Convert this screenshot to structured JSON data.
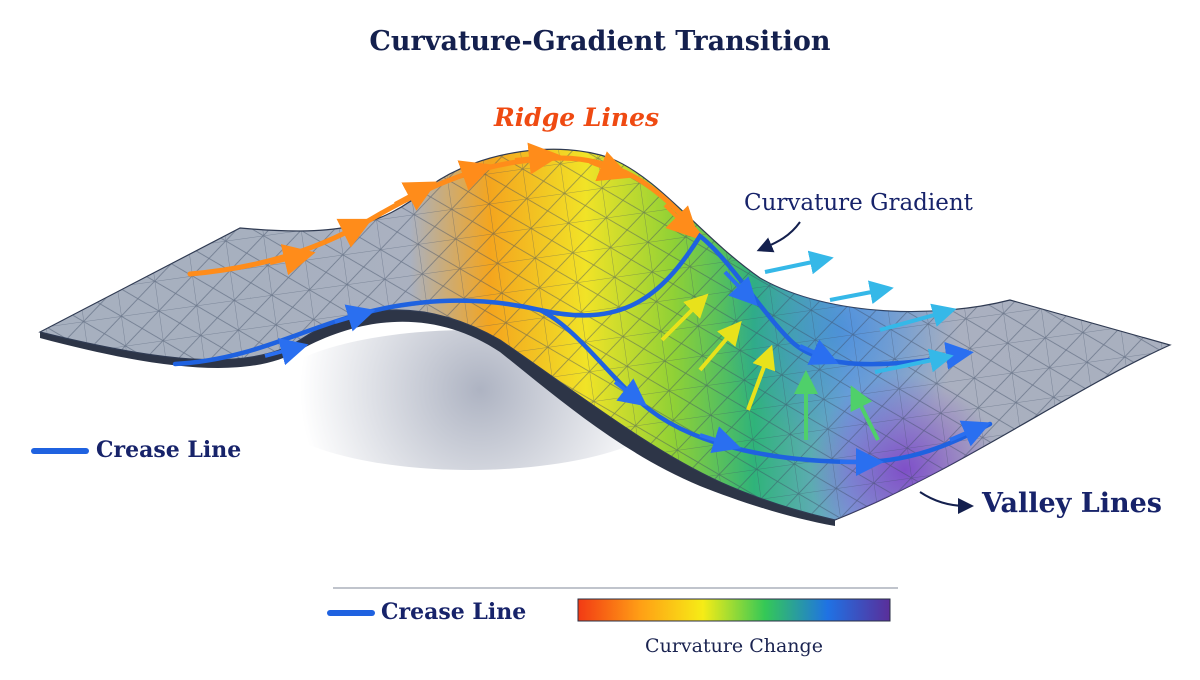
{
  "title": "Curvature-Gradient Transition",
  "labels": {
    "ridge_lines": "Ridge Lines",
    "curvature_gradient": "Curvature Gradient",
    "valley_lines": "Valley Lines",
    "crease_line_left": "Crease Line",
    "crease_line_bottom": "Crease Line"
  },
  "colorbar": {
    "label": "Curvature Change",
    "colors": [
      "#f23a14",
      "#ff9f15",
      "#f6ec16",
      "#34c857",
      "#1f72e4",
      "#5a2e9a"
    ]
  },
  "colors": {
    "ridge": "#ff8c1a",
    "crease": "#1f62e0",
    "gradient_arrows": "#35b8e8",
    "transition_arrows": "#e8e21b",
    "text": "#17236a"
  }
}
